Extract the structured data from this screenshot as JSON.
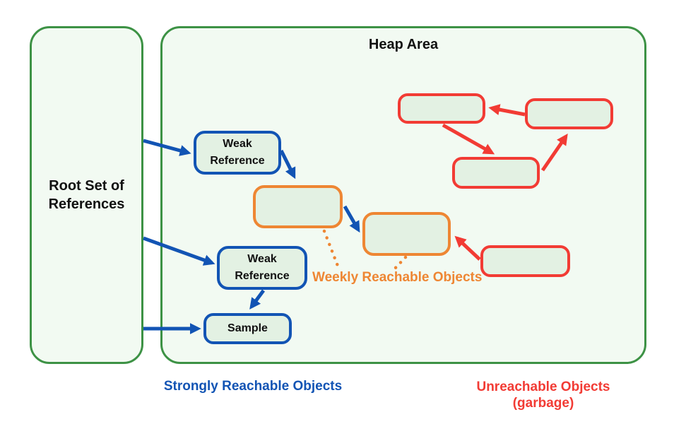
{
  "root_set": {
    "label": "Root Set of References"
  },
  "heap": {
    "title": "Heap Area"
  },
  "nodes": {
    "weak_reference_1": "Weak Reference",
    "weak_reference_2": "Weak Reference",
    "sample": "Sample"
  },
  "labels": {
    "weakly_reachable": "Weekly Reachable Objects",
    "strongly_reachable": "Strongly Reachable Objects",
    "unreachable_line1": "Unreachable Objects",
    "unreachable_line2": "(garbage)"
  },
  "colors": {
    "container_border_green": "#3D9245",
    "container_fill": "#F2FAF2",
    "node_fill": "#E3F1E3",
    "strong_reference_blue": "#1254B4",
    "weak_reference_orange": "#EE8633",
    "unreachable_red": "#F23B34",
    "text": "#111111"
  }
}
